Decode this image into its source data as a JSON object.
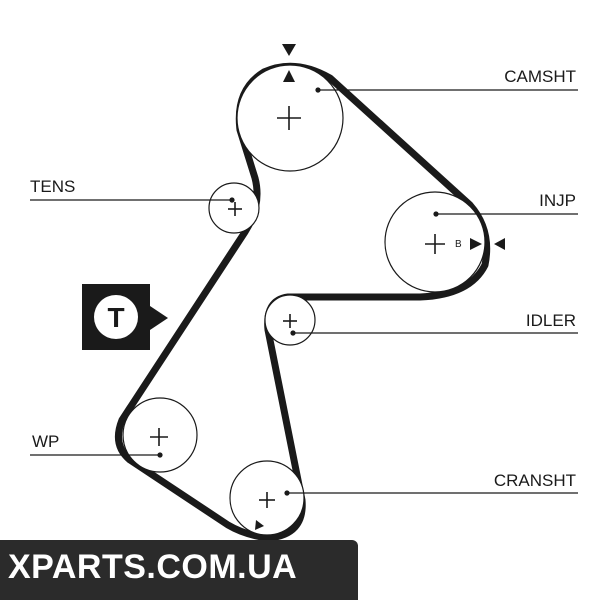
{
  "labels": {
    "camshaft": "CAMSHT",
    "tensioner": "TENS",
    "injection_pump": "INJP",
    "idler": "IDLER",
    "water_pump": "WP",
    "crankshaft": "CRANSHT",
    "mark_b": "B",
    "tension_badge": "T"
  },
  "watermark": "XPARTS.COM.UA",
  "colors": {
    "belt": "#1a1a1a",
    "line": "#1a1a1a",
    "watermark_bg": "#2b2b2b",
    "watermark_text": "#ffffff"
  }
}
